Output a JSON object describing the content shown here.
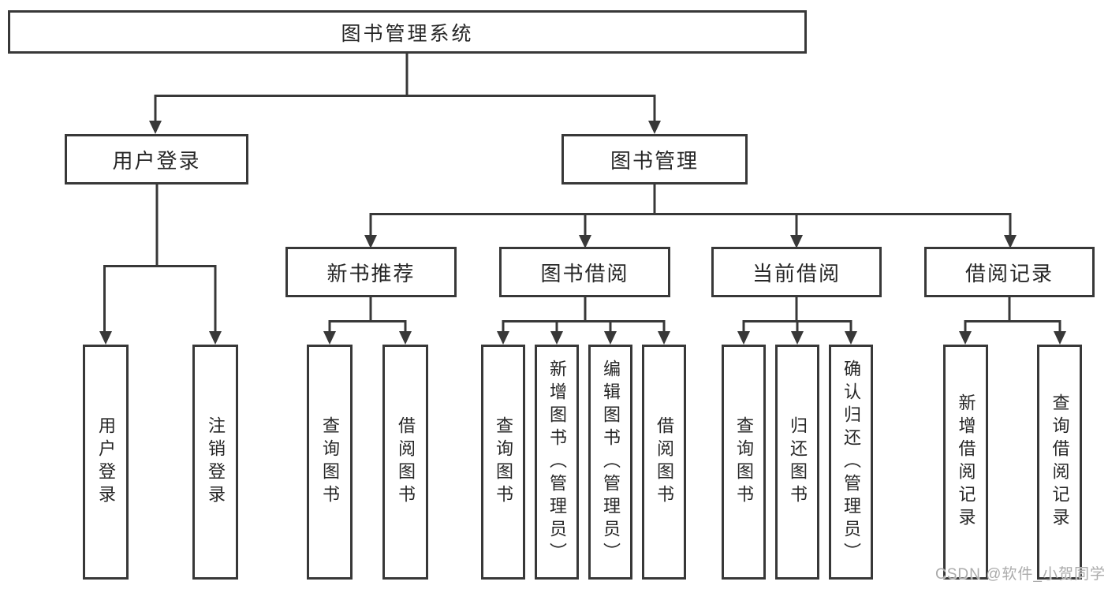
{
  "diagram_title": "图书管理系统",
  "nodes": {
    "root": {
      "label": "图书管理系统"
    },
    "user_login": {
      "label": "用户登录"
    },
    "book_mgmt": {
      "label": "图书管理"
    },
    "new_book_rec": {
      "label": "新书推荐"
    },
    "book_borrow": {
      "label": "图书借阅"
    },
    "current_borrow": {
      "label": "当前借阅"
    },
    "borrow_record": {
      "label": "借阅记录"
    },
    "leaf_user_login": {
      "label": "用户登录"
    },
    "leaf_logout": {
      "label": "注销登录"
    },
    "leaf_newbook_query": {
      "label": "查询图书"
    },
    "leaf_newbook_borrow": {
      "label": "借阅图书"
    },
    "leaf_borrow_query": {
      "label": "查询图书"
    },
    "leaf_borrow_add": {
      "label": "新增图书（管理员）"
    },
    "leaf_borrow_edit": {
      "label": "编辑图书（管理员）"
    },
    "leaf_borrow_borrow": {
      "label": "借阅图书"
    },
    "leaf_current_query": {
      "label": "查询图书"
    },
    "leaf_current_return": {
      "label": "归还图书"
    },
    "leaf_current_confirm": {
      "label": "确认归还（管理员）"
    },
    "leaf_record_add": {
      "label": "新增借阅记录"
    },
    "leaf_record_query": {
      "label": "查询借阅记录"
    }
  },
  "watermark": {
    "text": "CSDN @软件_小贺同学"
  },
  "colors": {
    "line": "#383838",
    "text": "#262626",
    "watermark": "#ababab",
    "background": "#ffffff"
  }
}
